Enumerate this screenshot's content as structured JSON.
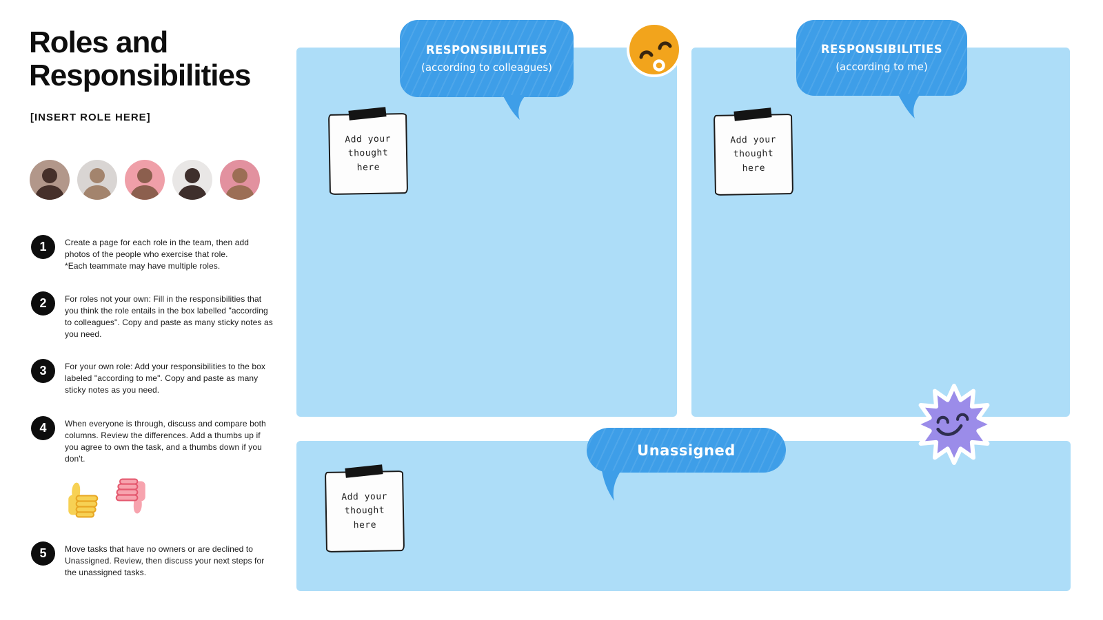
{
  "title": {
    "line1": "Roles and",
    "line2": "Responsibilities"
  },
  "subtitle": "[INSERT ROLE HERE]",
  "avatars": [
    {
      "name": "teammate-photo-1",
      "desc": "woman with dark hair on brown background"
    },
    {
      "name": "teammate-photo-2",
      "desc": "man with white headphones on gray background"
    },
    {
      "name": "teammate-photo-3",
      "desc": "long-haired woman on pink background"
    },
    {
      "name": "teammate-photo-4",
      "desc": "short-haired woman in white blazer"
    },
    {
      "name": "teammate-photo-5",
      "desc": "person in white tank top on pink background"
    }
  ],
  "steps": [
    {
      "num": "1",
      "text": "Create a page for each role in the team, then add photos of the people who exercise that role.\n*Each teammate may have multiple roles."
    },
    {
      "num": "2",
      "text": "For roles not your own: Fill in the responsibilities that you think the role entails in the box labelled \"according to colleagues\". Copy and paste as many sticky notes as you need."
    },
    {
      "num": "3",
      "text": "For your own role: Add your responsibilities to the box labeled \"according to me\". Copy and paste as many sticky notes as you need."
    },
    {
      "num": "4",
      "text": "When everyone is through, discuss and compare both columns. Review the differences. Add a thumbs up if you agree to own the task, and a thumbs down if you don't."
    },
    {
      "num": "5",
      "text": "Move tasks that have no owners or are declined to Unassigned. Review, then discuss your next steps for the unassigned tasks."
    }
  ],
  "panels": {
    "colleagues": {
      "heading": "RESPONSIBILITIES",
      "subheading": "(according to colleagues)",
      "note": "Add your\nthought\nhere"
    },
    "me": {
      "heading": "RESPONSIBILITIES",
      "subheading": "(according to me)",
      "note": "Add your\nthought\nhere"
    },
    "unassigned": {
      "heading": "Unassigned",
      "note": "Add your\nthought\nhere"
    }
  },
  "stickers": {
    "top_sticker": "whistling-face-emoji",
    "right_sticker": "purple-starburst-smiley",
    "reaction_icons": [
      "thumbs-up",
      "thumbs-down"
    ]
  },
  "colors": {
    "panel_blue": "#adddf8",
    "bubble_blue": "#3e9ee8",
    "emoji_orange": "#f2a41c",
    "star_purple": "#9b8ce9",
    "thumb_up_yellow": "#f7d154",
    "thumb_down_pink": "#f7a3ae"
  }
}
